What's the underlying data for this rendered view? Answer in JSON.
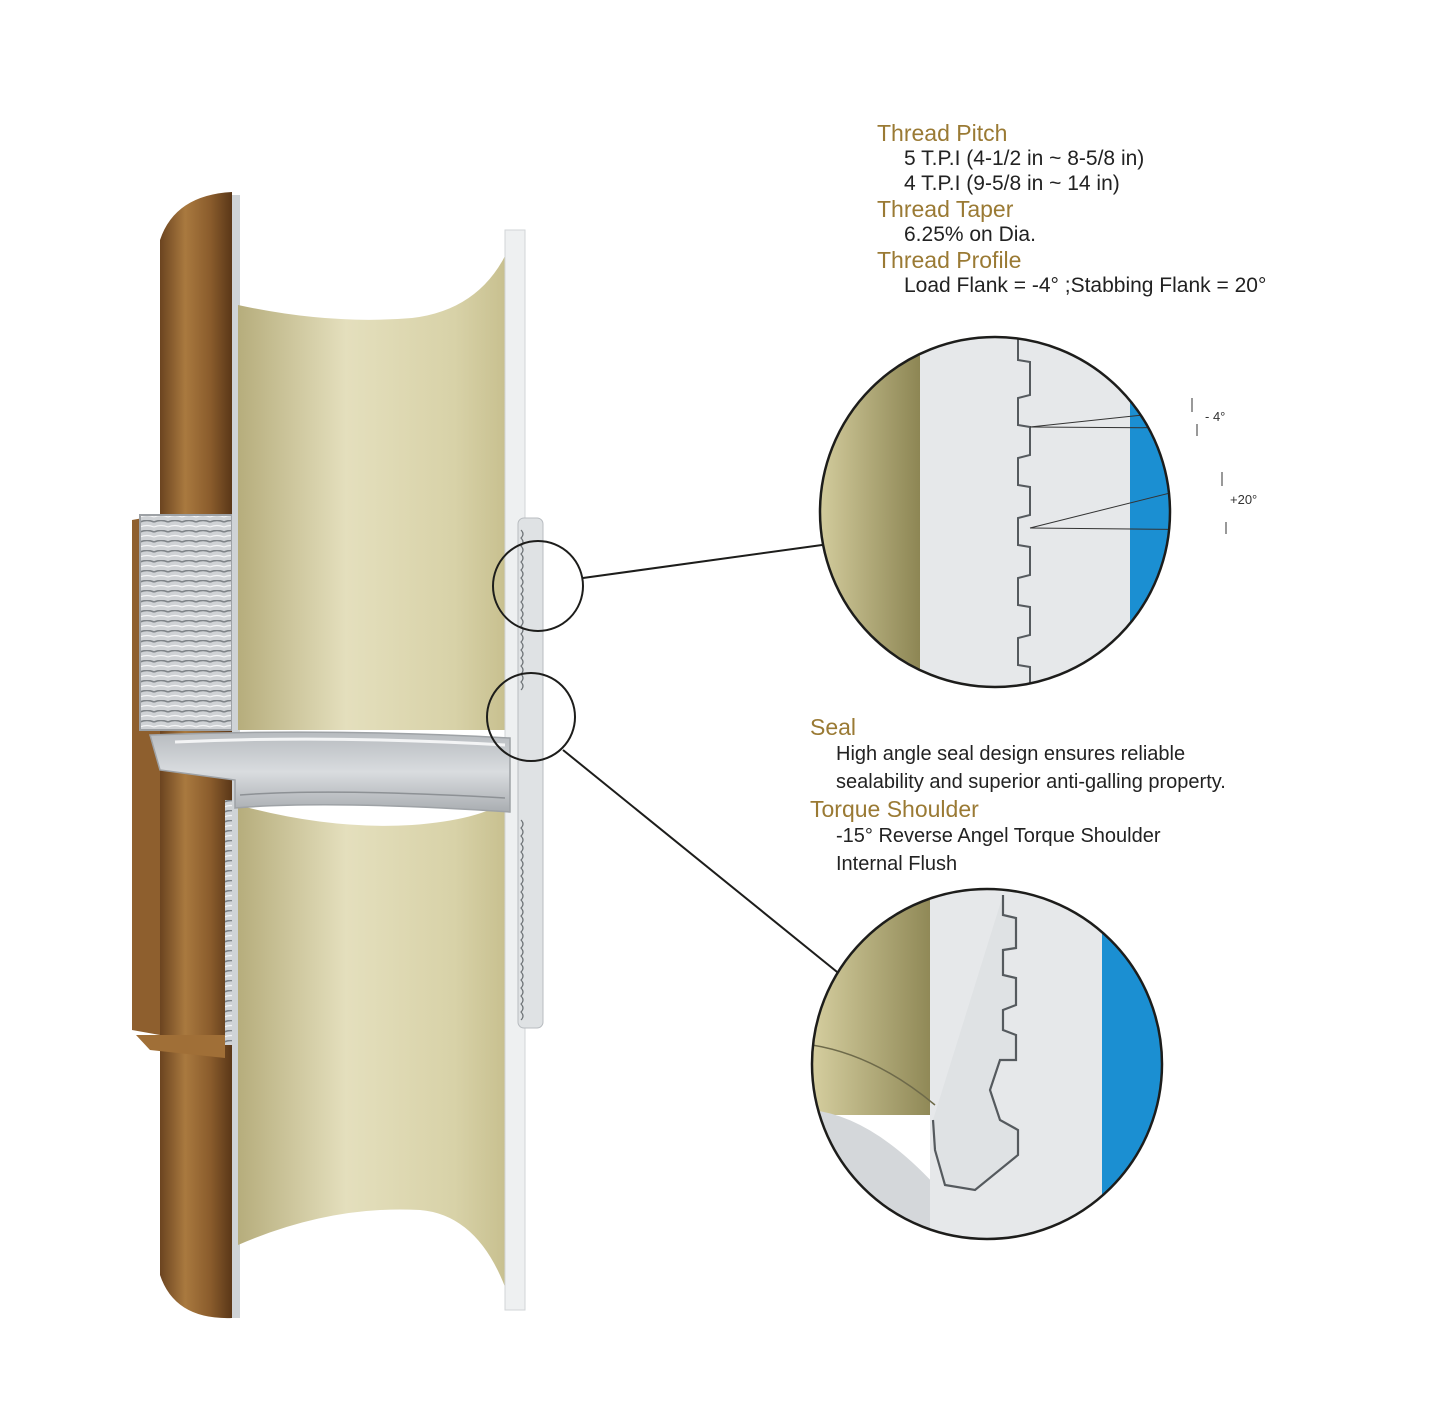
{
  "thread_section": {
    "pitch_heading": "Thread Pitch",
    "pitch_lines": [
      "5 T.P.I (4-1/2 in ~ 8-5/8 in)",
      "4 T.P.I (9-5/8 in ~ 14 in)"
    ],
    "taper_heading": "Thread Taper",
    "taper_line": "6.25% on Dia.",
    "profile_heading": "Thread Profile",
    "profile_line": "Load Flank = -4° ;Stabbing Flank = 20°"
  },
  "seal_section": {
    "seal_heading": "Seal",
    "seal_lines": [
      "High angle seal design ensures reliable",
      "sealability and superior anti-galling property."
    ],
    "shoulder_heading": "Torque Shoulder",
    "shoulder_lines": [
      "-15° Reverse Angel Torque Shoulder",
      "Internal Flush"
    ]
  },
  "detail_labels": {
    "load_flank_angle": "- 4°",
    "stab_flank_angle": "+20°"
  },
  "colors": {
    "heading": "#9a7a34",
    "pipe_inner": "#dcd6b0",
    "pipe_outer": "#8a5a2a",
    "steel": "#c8ccd0",
    "accent_blue": "#1b8fd2"
  }
}
